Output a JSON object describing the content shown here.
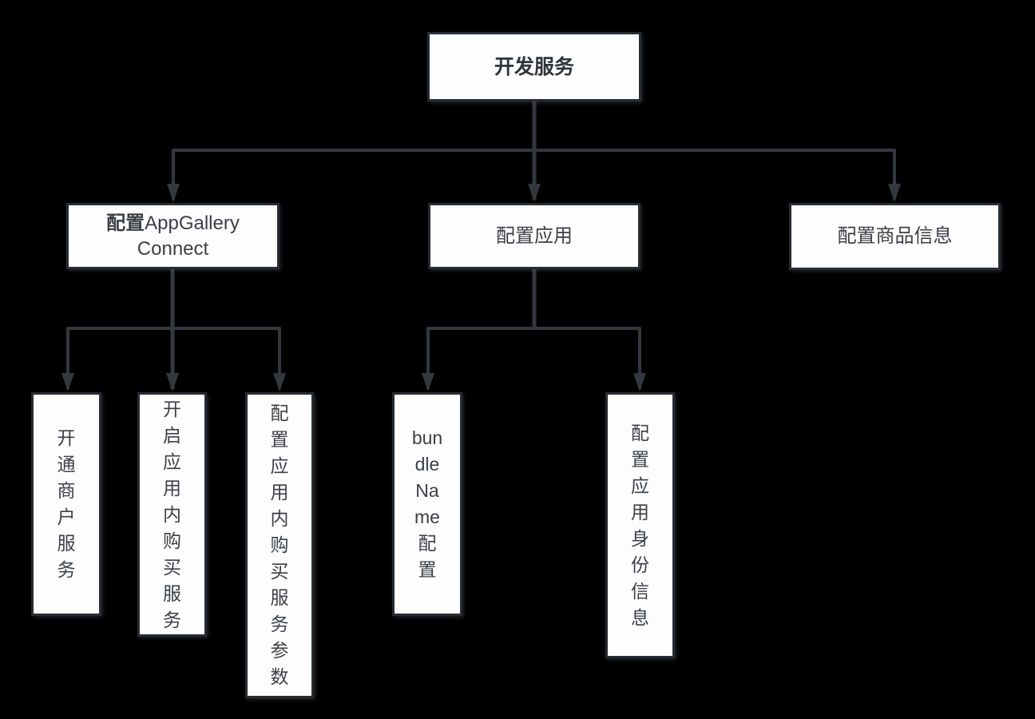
{
  "diagram": {
    "background_color": "#000000",
    "node_fill_color": "#fdfdfd",
    "node_border_color": "#272c33",
    "connector_color": "#33383f",
    "text_color": "#3c4046",
    "nodes": {
      "root": {
        "label": "开发服务"
      },
      "configure_agc": {
        "label_bold": "配置",
        "label_rest": "AppGallery Connect"
      },
      "configure_app": {
        "label": "配置应用"
      },
      "configure_product_info": {
        "label": "配置商品信息"
      },
      "open_merchant_service": {
        "lines": [
          "开",
          "通",
          "商",
          "户",
          "服",
          "务"
        ]
      },
      "enable_iap_service": {
        "lines": [
          "开",
          "启",
          "应",
          "用",
          "内",
          "购",
          "买",
          "服",
          "务"
        ]
      },
      "configure_iap_params": {
        "lines": [
          "配",
          "置",
          "应",
          "用",
          "内",
          "购",
          "买",
          "服",
          "务",
          "参",
          "数"
        ]
      },
      "bundlename_config": {
        "lines": [
          "bun",
          "dle",
          "Na",
          "me",
          "配",
          "置"
        ]
      },
      "configure_app_identity": {
        "lines": [
          "配",
          "置",
          "应",
          "用",
          "身",
          "份",
          "信",
          "息"
        ]
      }
    },
    "edges": [
      {
        "from": "开发服务",
        "to": "配置AppGallery Connect"
      },
      {
        "from": "开发服务",
        "to": "配置应用"
      },
      {
        "from": "开发服务",
        "to": "配置商品信息"
      },
      {
        "from": "配置AppGallery Connect",
        "to": "开通商户服务"
      },
      {
        "from": "配置AppGallery Connect",
        "to": "开启应用内购买服务"
      },
      {
        "from": "配置AppGallery Connect",
        "to": "配置应用内购买服务参数"
      },
      {
        "from": "配置应用",
        "to": "bundleName配置"
      },
      {
        "from": "配置应用",
        "to": "配置应用身份信息"
      }
    ]
  }
}
